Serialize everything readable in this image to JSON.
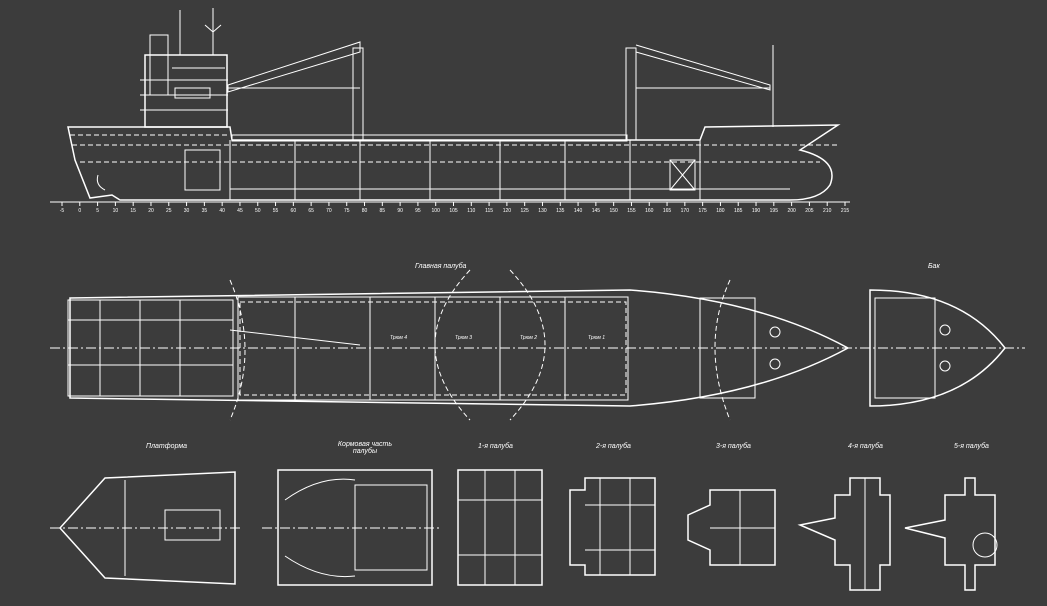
{
  "colors": {
    "background": "#3c3c3c",
    "lines": "#ffffff"
  },
  "views": {
    "main_deck": "Главная палуба",
    "forecastle": "Бак",
    "platform": "Платформа",
    "aft_deck": "Кормовая часть палубы",
    "deck_1": "1-я палуба",
    "deck_2": "2-я палуба",
    "deck_3": "3-я палуба",
    "deck_4": "4-я палуба",
    "deck_5": "5-я палуба"
  },
  "holds": [
    "Трюм 4",
    "Трюм 3",
    "Трюм 2",
    "Трюм 1"
  ],
  "frame_scale": [
    -5,
    0,
    5,
    10,
    15,
    20,
    25,
    30,
    35,
    40,
    45,
    50,
    55,
    60,
    65,
    70,
    75,
    80,
    85,
    90,
    95,
    100,
    105,
    110,
    115,
    120,
    125,
    130,
    135,
    140,
    145,
    150,
    155,
    160,
    165,
    170,
    175,
    180,
    185,
    190,
    195,
    200,
    205,
    210,
    215
  ]
}
